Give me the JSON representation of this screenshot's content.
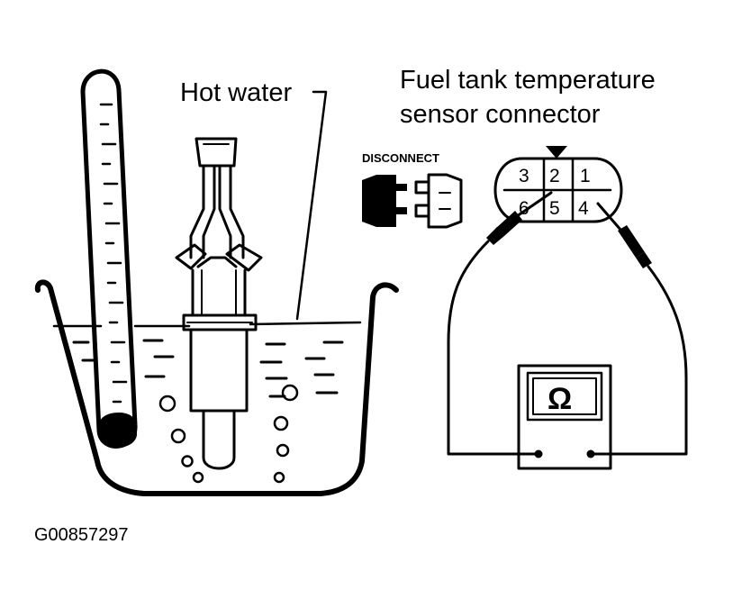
{
  "labels": {
    "hot_water": "Hot water",
    "connector_title_line1": "Fuel tank temperature",
    "connector_title_line2": "sensor connector",
    "disconnect": "DISCONNECT",
    "figure_id": "G00857297",
    "ohm_symbol": "Ω"
  },
  "connector_pins": {
    "top_left": "3",
    "top_middle": "2",
    "top_right": "1",
    "bottom_left": "6",
    "bottom_middle": "5",
    "bottom_right": "4"
  },
  "icons": {
    "disconnect": "disconnect-icon",
    "meter": "ohmmeter-icon",
    "thermometer": "thermometer-icon",
    "sensor": "temperature-sensor-icon"
  }
}
